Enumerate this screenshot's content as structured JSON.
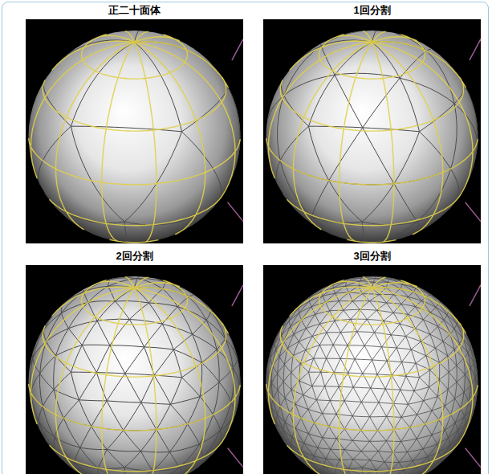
{
  "diagram": {
    "labels": [
      "正二十面体",
      "1回分割",
      "2回分割",
      "3回分割"
    ]
  }
}
